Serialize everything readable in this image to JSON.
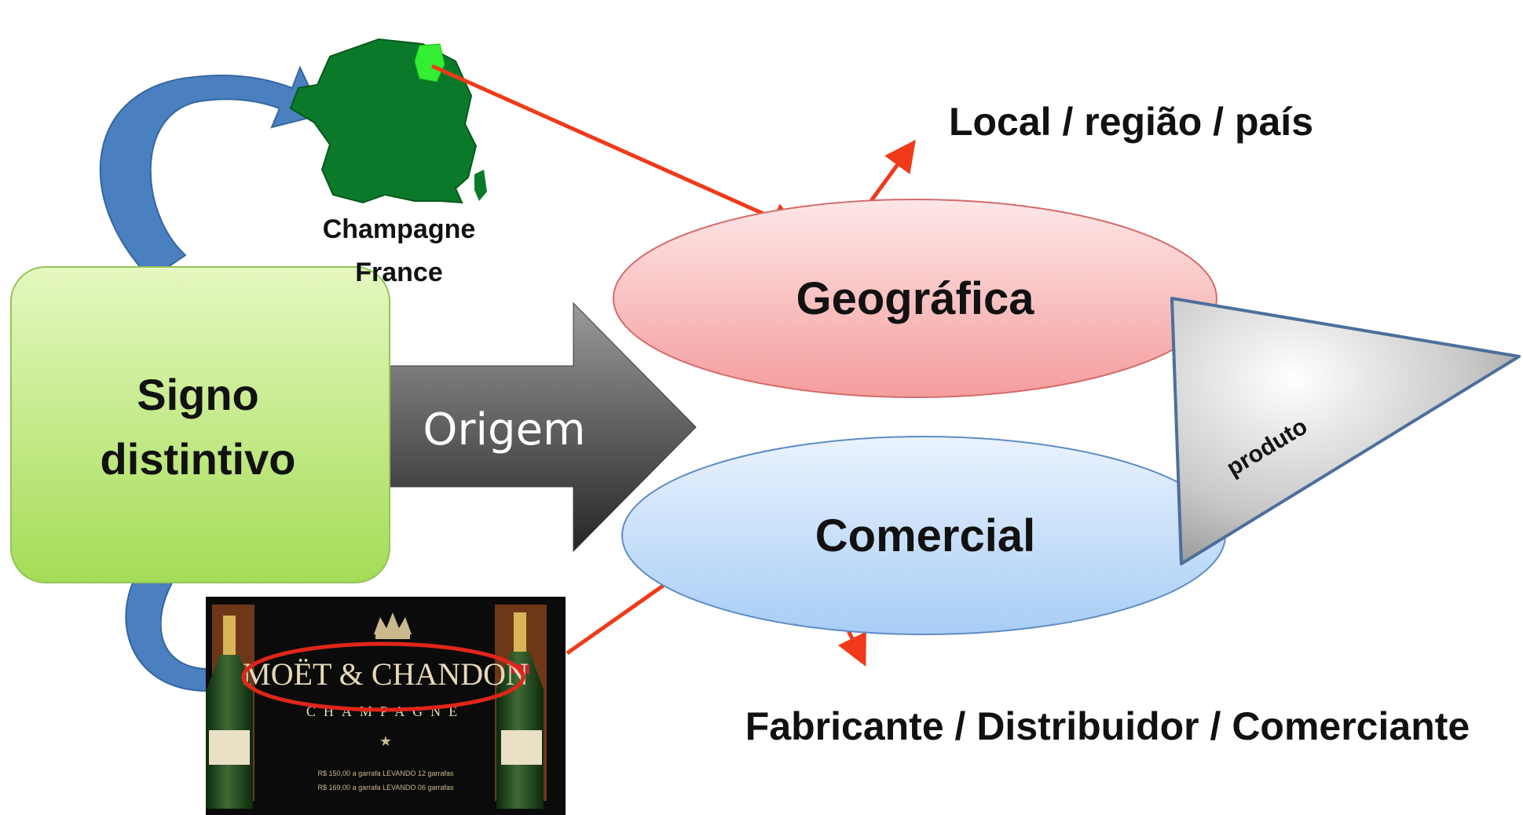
{
  "nodes": {
    "signo_line1": "Signo",
    "signo_line2": "distintivo",
    "origem": "Origem",
    "geografica": "Geográfica",
    "comercial": "Comercial",
    "produto": "produto",
    "local": "Local / região / país",
    "fabricante": "Fabricante / Distribuidor / Comerciante",
    "champagne": "Champagne",
    "france": "France"
  },
  "brand_image": {
    "brand": "MOËT & CHANDON",
    "sub": "CHAMPAGNE",
    "price_line1": "R$ 150,00 a garrafa LEVANDO 12 garrafas",
    "price_line2": "R$ 169,00 a garrafa LEVANDO 06 garrafas"
  },
  "colors": {
    "signo_fill": "#c8ec8a",
    "geografica_fill": "#f8b4b4",
    "comercial_fill": "#b6d6f8",
    "arrow_blue": "#4a7fc0",
    "arrow_red": "#f03a1a",
    "map_green": "#0a7a2a",
    "champagne_region": "#33ee33"
  }
}
